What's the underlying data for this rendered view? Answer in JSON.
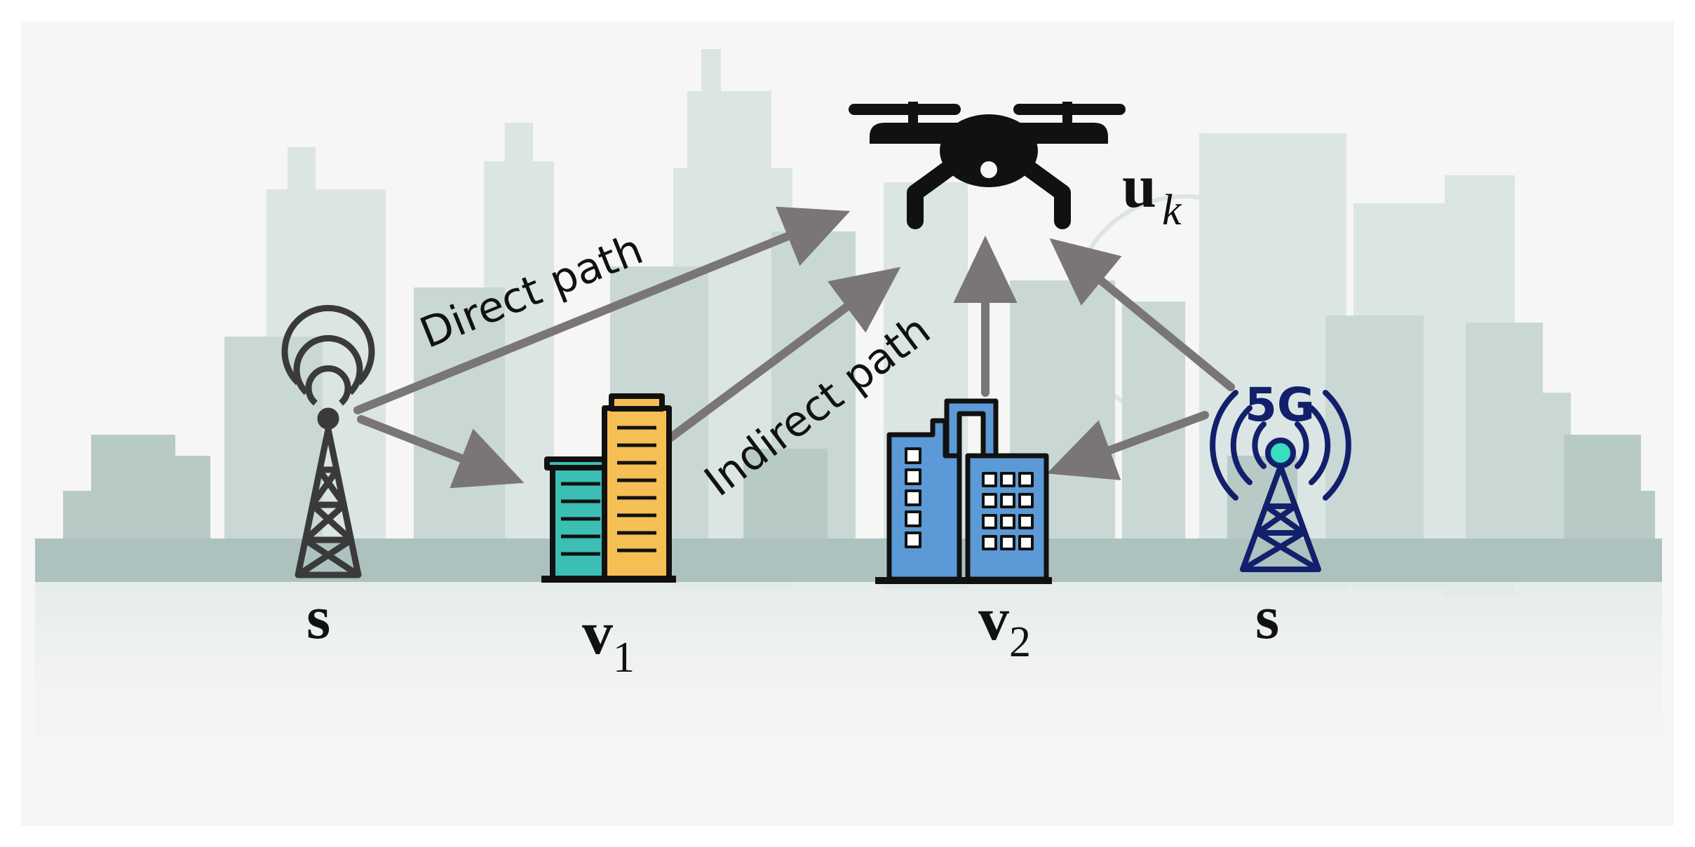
{
  "labels": {
    "direct_path": "Direct path",
    "indirect_path": "Indirect path",
    "source_left": "s",
    "source_right": "s",
    "v1_main": "v",
    "v1_sub": "1",
    "v2_main": "v",
    "v2_sub": "2",
    "uav_main": "u",
    "uav_sub": "k",
    "fiveg": "5G"
  },
  "colors": {
    "frame_bg": "#f6f6f4",
    "skyline_light": "#d5e1df",
    "skyline_mid": "#b9cbc8",
    "skyline_dark": "#a9c0bc",
    "arrow": "#7a7676",
    "tower_left": "#3a3a3a",
    "tower_right": "#12206c",
    "tower_right_dot": "#36e0c0",
    "building1_orange": "#f6bf55",
    "building1_teal": "#3bbfb5",
    "building2_blue": "#5b9ad6",
    "outline": "#111111",
    "uav": "#111111"
  },
  "icons": {
    "uav": "drone-icon",
    "tower_left": "radio-tower-icon",
    "tower_right": "5g-tower-icon",
    "building_v1": "skyscraper-icon",
    "building_v2": "office-building-icon"
  }
}
